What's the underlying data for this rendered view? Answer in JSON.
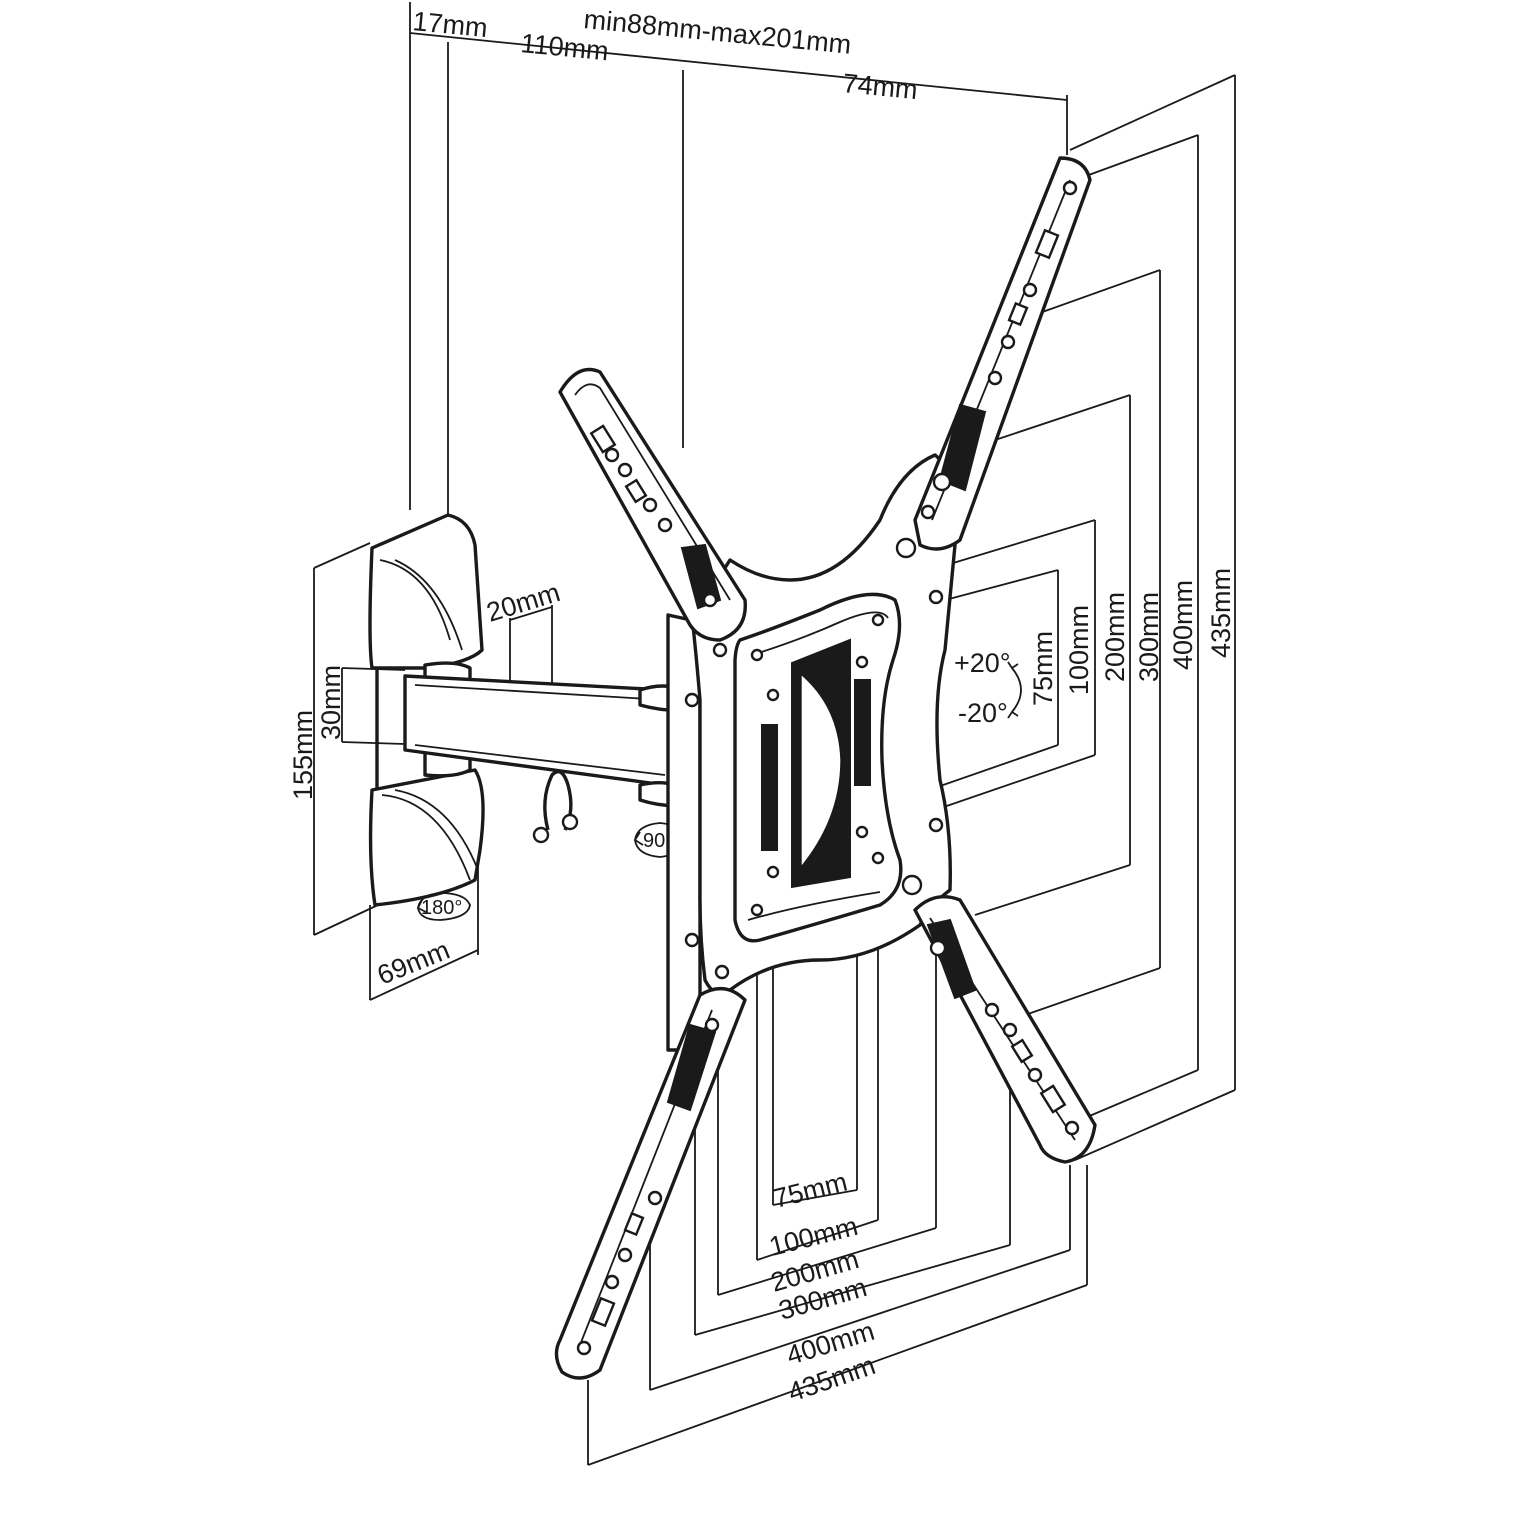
{
  "dimensions": {
    "depth_range": "min88mm-max201mm",
    "depth_plate": "17mm",
    "depth_arm": "110mm",
    "depth_head": "74mm",
    "arm_width": "20mm",
    "arm_height": "30mm",
    "wall_plate_height": "155mm",
    "wall_plate_width": "69mm",
    "swivel_wall": "180°",
    "rotation": "90°",
    "tilt_up": "+20°",
    "tilt_down": "-20°",
    "vesa_h": [
      "75mm",
      "100mm",
      "200mm",
      "300mm",
      "400mm",
      "435mm"
    ],
    "vesa_v": [
      "75mm",
      "100mm",
      "200mm",
      "300mm",
      "400mm",
      "435mm"
    ]
  }
}
